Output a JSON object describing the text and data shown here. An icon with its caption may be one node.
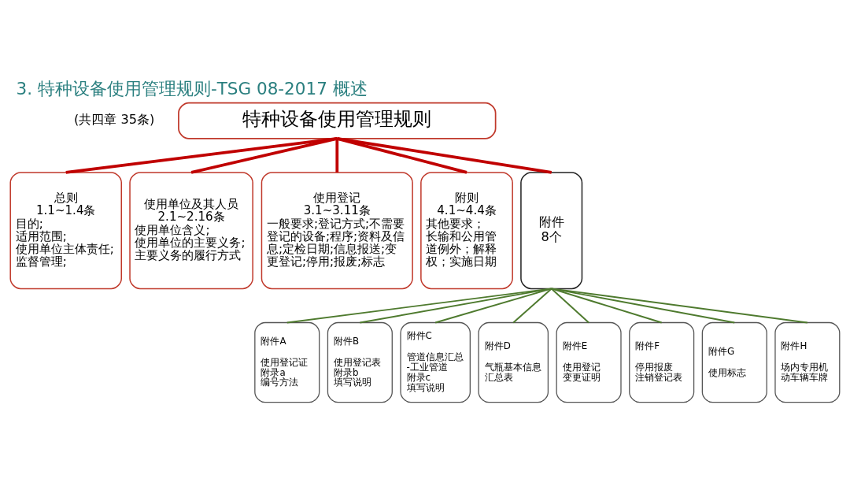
{
  "diagram": {
    "title": "3. 特种设备使用管理规则-TSG 08-2017 概述",
    "nodes": [
      {
        "text": [
          "特种设备使用管理规则"
        ],
        "beside": [
          "(共四章 35条)"
        ]
      },
      {
        "text": [
          "总则",
          "1.1~1.4条",
          "目的;",
          "适用范围;",
          "使用单位主体责任;",
          "监督管理;"
        ]
      },
      {
        "text": [
          "使用单位及其人员",
          "2.1~2.16条",
          "使用单位含义;",
          "使用单位的主要义务;",
          "主要义务的履行方式"
        ]
      },
      {
        "text": [
          "使用登记",
          "3.1~3.11条",
          "一般要求;登记方式;不需要登记的设备;程序;资料及信息;定检日期;信息报送;变更登记;停用;报废;标志"
        ]
      },
      {
        "text": [
          "附则",
          "4.1~4.4条",
          "其他要求；",
          "长输和公用管道例外；解释权；实施日期"
        ]
      },
      {
        "text": [
          "附件",
          "8个"
        ]
      },
      {
        "text": [
          "附件A",
          "使用登记证",
          "附录a",
          "编号方法"
        ]
      },
      {
        "text": [
          "附件B",
          "使用登记表",
          "附录b",
          "填写说明"
        ]
      },
      {
        "text": [
          "附件C",
          "管道信息汇总-工业管道",
          "附录c",
          "填写说明"
        ]
      },
      {
        "text": [
          "附件D",
          "气瓶基本信息汇总表"
        ]
      },
      {
        "text": [
          "附件E",
          "使用登记变更证明"
        ]
      },
      {
        "text": [
          "附件F",
          "停用报废注销登记表"
        ]
      },
      {
        "text": [
          "附件G",
          "使用标志"
        ]
      },
      {
        "text": [
          "附件H",
          "场内专用机动车辆车牌"
        ]
      }
    ],
    "edges": [
      {
        "from": 0,
        "to": 1,
        "arrow": "none",
        "style": "thick",
        "color": "#c00000"
      },
      {
        "from": 0,
        "to": 2,
        "arrow": "none",
        "style": "thick",
        "color": "#c00000"
      },
      {
        "from": 0,
        "to": 3,
        "arrow": "none",
        "style": "thick",
        "color": "#c00000"
      },
      {
        "from": 0,
        "to": 4,
        "arrow": "none",
        "style": "thick",
        "color": "#c00000"
      },
      {
        "from": 0,
        "to": 5,
        "arrow": "none",
        "style": "thick",
        "color": "#c00000"
      },
      {
        "from": 5,
        "to": 6,
        "arrow": "none"
      },
      {
        "from": 5,
        "to": 7,
        "arrow": "none"
      },
      {
        "from": 5,
        "to": 8,
        "arrow": "none"
      },
      {
        "from": 5,
        "to": 9,
        "arrow": "none"
      },
      {
        "from": 5,
        "to": 10,
        "arrow": "none"
      },
      {
        "from": 5,
        "to": 11,
        "arrow": "none"
      },
      {
        "from": 5,
        "to": 12,
        "arrow": "none"
      },
      {
        "from": 5,
        "to": 13,
        "arrow": "none"
      }
    ]
  }
}
